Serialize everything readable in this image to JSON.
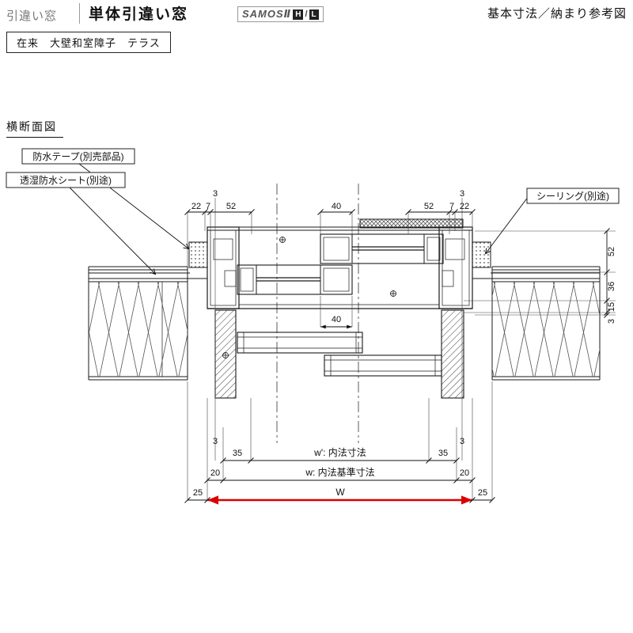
{
  "header": {
    "category": "引違い窓",
    "title": "単体引違い窓",
    "series": "SAMOSⅡ",
    "series_h": "H",
    "series_slash": "/",
    "series_l": "L",
    "note": "基本寸法／納まり参考図"
  },
  "subheader": {
    "label": "在来　大壁和室障子　テラス"
  },
  "section": {
    "title": "横断面図"
  },
  "callouts": {
    "tape": "防水テープ(別売部品)",
    "sheet": "透湿防水シート(別途)",
    "sealing": "シーリング(別途)"
  },
  "dims": {
    "top": {
      "n3l": "3",
      "n22l": "22",
      "n7l": "7",
      "n52l": "52",
      "n40": "40",
      "n52r": "52",
      "n7r": "7",
      "n22r": "22",
      "n3r": "3"
    },
    "mid": {
      "n40": "40"
    },
    "right": {
      "n52": "52",
      "n36": "36",
      "n15": "15",
      "n3": "3"
    },
    "bottom": {
      "n3l": "3",
      "n3r": "3",
      "n35l": "35",
      "n35r": "35",
      "w_inner": "w': 内法寸法",
      "n20l": "20",
      "n20r": "20",
      "w_base": "w: 内法基準寸法",
      "n25l": "25",
      "n25r": "25",
      "w_total": "W"
    }
  },
  "colors": {
    "dimension_red": "#d90000",
    "line_black": "#1a1a1a"
  }
}
